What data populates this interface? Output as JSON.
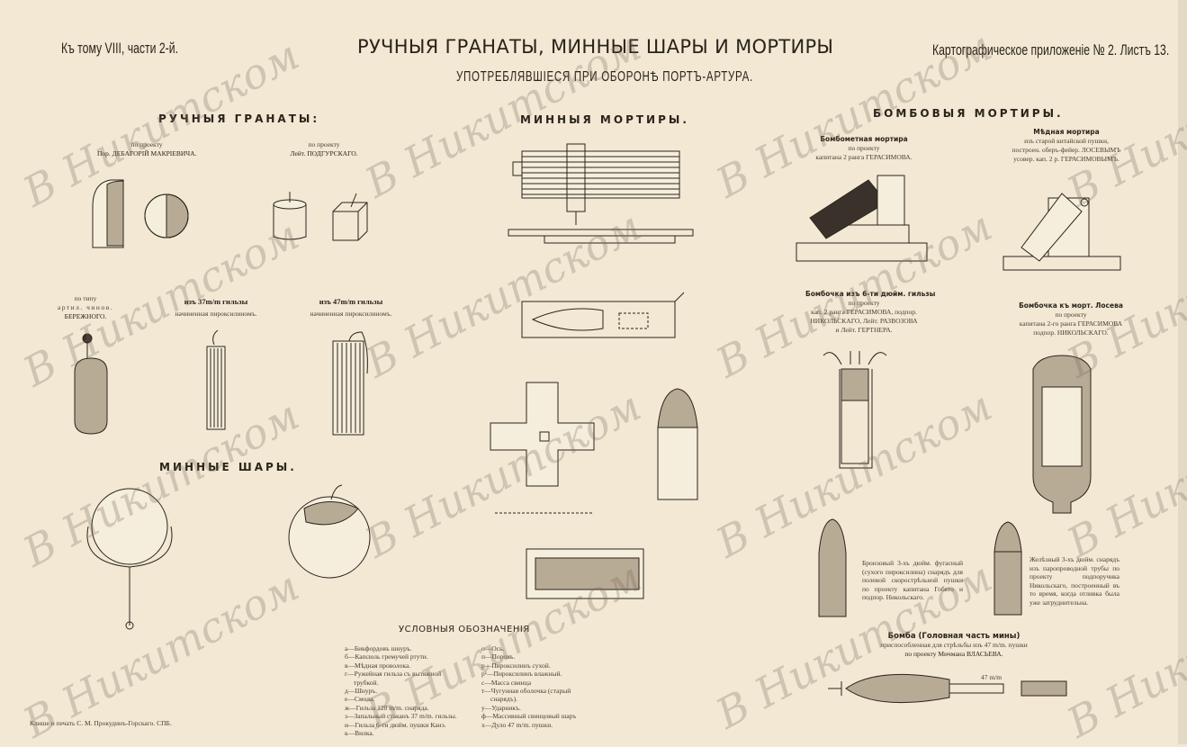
{
  "header": {
    "volume_ref": "Къ тому VIII, части 2-й.",
    "title": "РУЧНЫЯ ГРАНАТЫ, МИННЫЕ ШАРЫ И МОРТИРЫ",
    "subtitle": "УПОТРЕБЛЯВШІЕСЯ ПРИ ОБОРОНѢ ПОРТЪ-АРТУРА.",
    "appendix": "Картографическое приложеніе № 2. Листъ 13."
  },
  "hand_grenades": {
    "heading": "РУЧНЫЯ ГРАНАТЫ:",
    "items": [
      {
        "line1": "по проекту",
        "line2": "Пор. ДЕБАГОРІЙ МАКРІЕВИЧА."
      },
      {
        "line1": "по проекту",
        "line2": "Лейт. ПОДГУРСКАГО."
      },
      {
        "line1": "по типу",
        "line2": "артил. чинов.",
        "line3": "БЕРЕЖНОГО."
      },
      {
        "line1": "изъ 37m/m гильзы",
        "line2": "начиненная пироксилиномъ."
      },
      {
        "line1": "изъ 47m/m гильзы",
        "line2": "начиненная пироксилиномъ."
      }
    ]
  },
  "mine_balls": {
    "heading": "МИННЫЕ ШАРЫ."
  },
  "mine_mortars": {
    "heading": "МИННЫЯ МОРТИРЫ."
  },
  "bomb_mortars": {
    "heading": "БОМБОВЫЯ МОРТИРЫ.",
    "items": [
      {
        "title": "Бомбометная мортира",
        "line1": "по проекту",
        "line2": "капитана 2 ранга ГЕРАСИМОВА."
      },
      {
        "title": "Мѣдная мортира",
        "line1": "изъ старой китайской пушки,",
        "line2": "построен. оберъ-фейер. ЛОСЕВЫМЪ",
        "line3": "усовер. кап. 2 р. ГЕРАСИМОВЫМЪ."
      },
      {
        "title": "Бомбочка изъ 6-ти дюйм. гильзы",
        "line1": "по проекту",
        "line2": "кап. 2 ранга ГЕРАСИМОВА, подпор.",
        "line3": "НИКОЛЬСКАГО, Лейт. РАЗВОЗОВА",
        "line4": "и Лейт. ГЕРТНЕРА."
      },
      {
        "title": "Бомбочка къ морт. Лосева",
        "line1": "по проекту",
        "line2": "капитана 2-го ранга ГЕРАСИМОВА",
        "line3": "подпор. НИКОЛЬСКАГО."
      }
    ],
    "shell_notes": [
      "Бронзовый 3-хъ дюйм. фугасный (сухого пироксилина) снарядъ для полевой скорострѣльной пушки по проекту капитана Гобято и подпор. Никольскаго.",
      "Желѣзный 3-хъ дюйм. снарядъ изъ паропроводной трубы по проекту подпоручика Никольскаго, построенный въ то время, когда отливка была уже затруднительна."
    ],
    "bomb": {
      "title": "Бомба (Головная часть мины)",
      "line1": "приспособленная для стрѣльбы изъ 47 m/m. пушки",
      "line2": "по проекту Мичмана ВЛАСЬЕВА.",
      "dim_label": "47 m/m"
    }
  },
  "legend": {
    "title": "УСЛОВНЫЯ ОБОЗНАЧЕНІЯ",
    "left": [
      "а—Бикфордовъ шнуръ.",
      "б—Капсюль гремучей ртути.",
      "в—Мѣдная проволока.",
      "г—Ружейная гильза съ вытяжной",
      "     трубкой.",
      "д—Шнуръ.",
      "е—Смола.",
      "ж—Гильза 120 m/m. снаряда.",
      "з—Запальный стаканъ 37 m/m. гильзы.",
      "и—Гильза 6-ти дюйм. пушки Канэ.",
      "к—Вилка."
    ],
    "right": [
      "о—Ось.",
      "п—Порохъ.",
      "р—Пироксилинъ сухой.",
      "р¹—Пироксилинъ влажный.",
      "с—Масса свинца",
      "т—Чугунная оболочка (старый",
      "     снарядъ).",
      "у—Ударникъ.",
      "ф—Массивный свинцовый шаръ",
      "х—Дуло 47 m/m. пушки."
    ]
  },
  "footer": {
    "printer": "Клише и печать С. М. Прокудинъ-Горскаго. СПБ."
  },
  "watermark": "В Никитском"
}
